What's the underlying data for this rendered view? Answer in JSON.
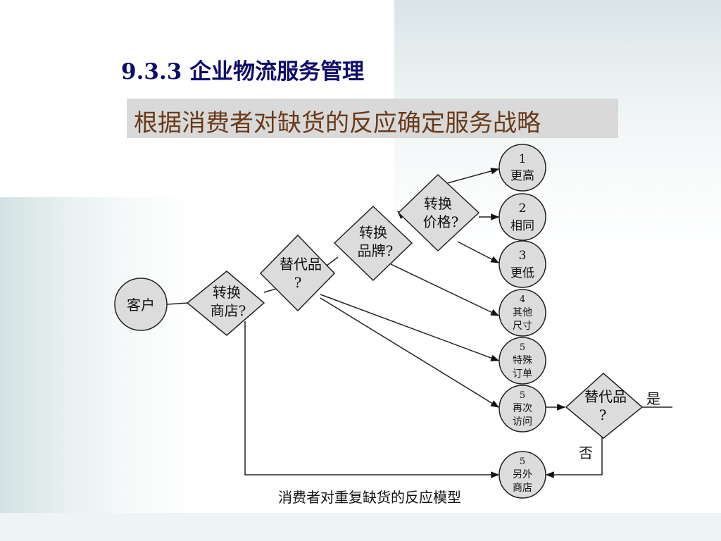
{
  "heading": "9.3.3  企业物流服务管理",
  "subtitle": "根据消费者对缺货的反应确定服务战略",
  "nodes": {
    "customer": "客户",
    "switch_store": [
      "转换",
      "商店?"
    ],
    "substitute": [
      "替代品",
      "?"
    ],
    "switch_brand": [
      "转换",
      "品牌?"
    ],
    "switch_price": [
      "转换",
      "价格?"
    ],
    "higher": [
      "1",
      "更高"
    ],
    "same": [
      "2",
      "相同"
    ],
    "lower": [
      "3",
      "更低"
    ],
    "other_size": [
      "4",
      "其他",
      "尺寸"
    ],
    "special_order": [
      "5",
      "特殊",
      "订单"
    ],
    "revisit": [
      "5",
      "再次",
      "访问"
    ],
    "other_store": [
      "5",
      "另外",
      "商店"
    ],
    "substitute2": [
      "替代品",
      "?"
    ]
  },
  "labels": {
    "yes": "是",
    "no": "否",
    "caption": "消费者对重复缺货的反应模型"
  },
  "colors": {
    "node_fill": "#dcdcdc",
    "stroke": "#222222",
    "heading": "#0d0d6b",
    "subtitle_text": "#6a3a1a",
    "subtitle_bg": "#d9d9d9"
  }
}
